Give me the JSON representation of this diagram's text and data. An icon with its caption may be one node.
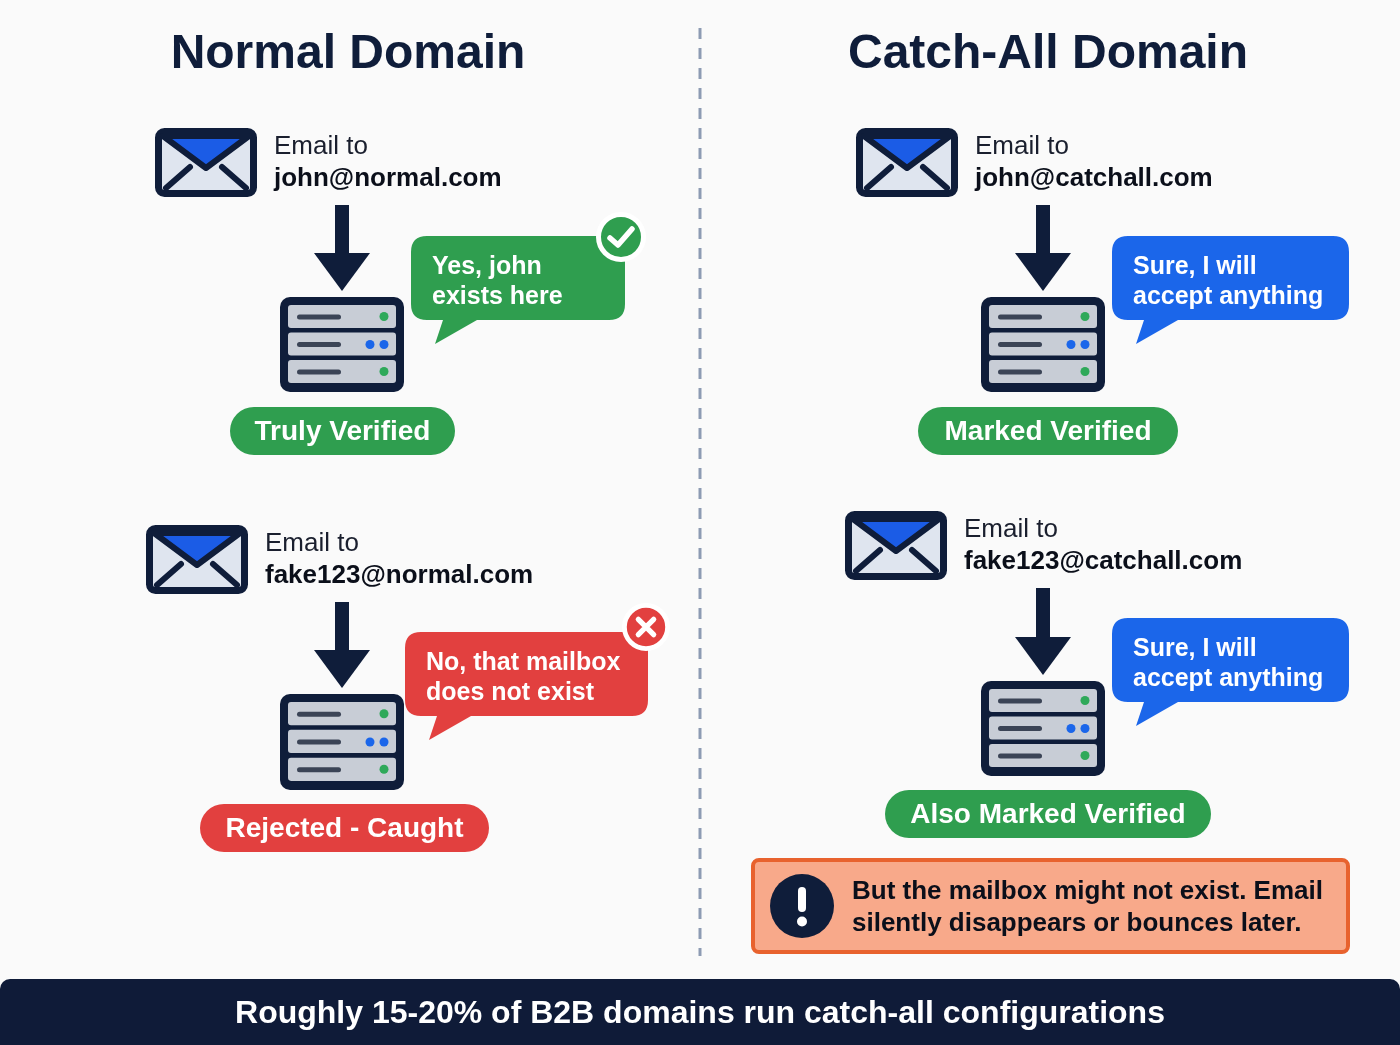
{
  "diagram": {
    "nodes": [
      {
        "text": [
          "Email to **john@normal.com**"
        ]
      },
      {
        "text": [],
        "shape": "picture"
      },
      {
        "text": [
          "Yes, john exists here"
        ]
      },
      {
        "text": [
          "Truly Verified"
        ]
      },
      {
        "text": [
          "Email to **fake123@normal.com**"
        ]
      },
      {
        "text": [],
        "shape": "picture"
      },
      {
        "text": [
          "No, that mailbox does not exist"
        ]
      },
      {
        "text": [
          "Rejected - Caught"
        ]
      },
      {
        "text": [
          "Email to **john@catchall.com**"
        ]
      },
      {
        "text": [],
        "shape": "picture"
      },
      {
        "text": [
          "Sure, I will accept anything"
        ]
      },
      {
        "text": [
          "Marked Verified"
        ]
      },
      {
        "text": [
          "Email to **fake123@catchall.com**"
        ]
      },
      {
        "text": [],
        "shape": "picture"
      },
      {
        "text": [
          "Sure, I will accept anything"
        ]
      },
      {
        "text": [
          "Also Marked Verified"
        ]
      },
      {
        "text": [
          "But the mailbox might not exist. Email silently disappears or bounces later."
        ]
      }
    ],
    "edges": [
      {
        "from": 0,
        "to": 1,
        "arrow": "to"
      },
      {
        "from": 4,
        "to": 5,
        "arrow": "to"
      },
      {
        "from": 8,
        "to": 9,
        "arrow": "to"
      },
      {
        "from": 12,
        "to": 13,
        "arrow": "to"
      }
    ],
    "labels": [
      "Normal Domain",
      "Catch-All Domain"
    ],
    "caption": "Roughly 15-20% of B2B domains run catch-all configurations"
  }
}
